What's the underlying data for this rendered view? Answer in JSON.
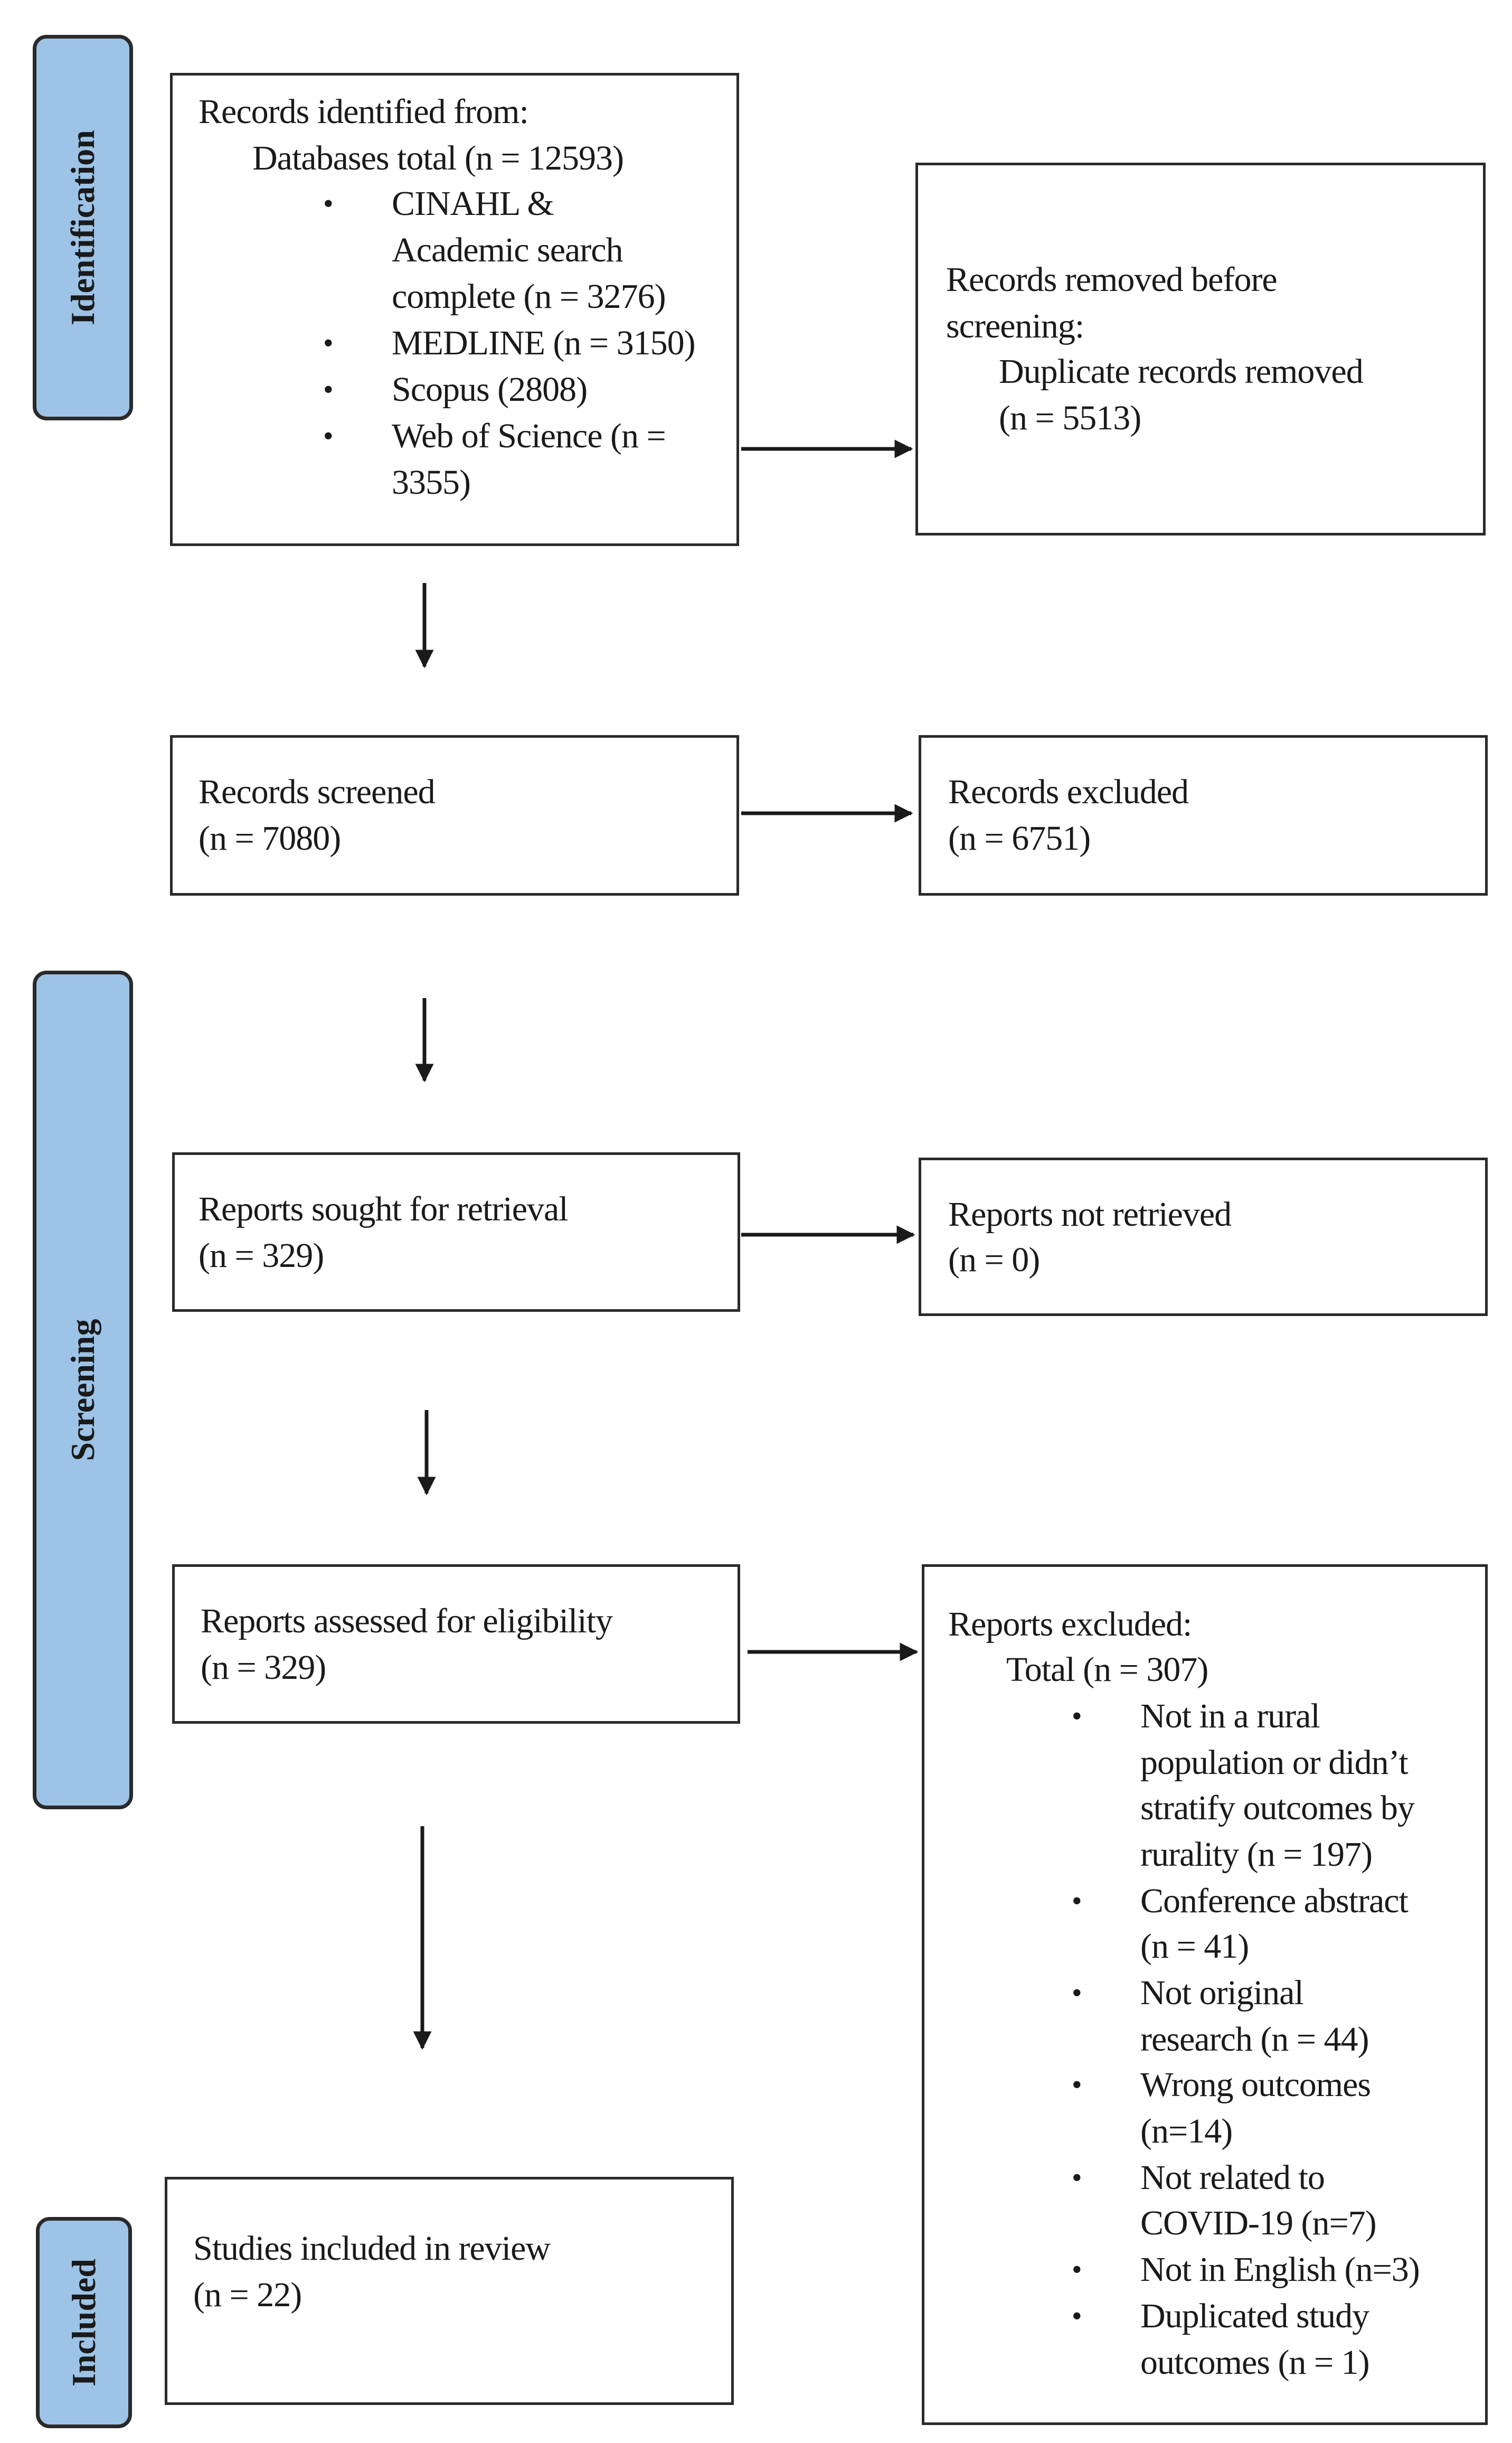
{
  "stages": {
    "identification": "Identification",
    "screening": "Screening",
    "included": "Included"
  },
  "identified": {
    "line1": "Records identified from:",
    "line2": "Databases total (n = 12593)",
    "items": [
      [
        "CINAHL &",
        "Academic search",
        "complete (n = 3276)"
      ],
      [
        "MEDLINE (n = 3150)"
      ],
      [
        "Scopus (2808)"
      ],
      [
        "Web of Science (n =",
        "3355)"
      ]
    ]
  },
  "removed": {
    "line1": "Records removed before",
    "line2": "screening:",
    "line3": "Duplicate records removed",
    "line4": "(n = 5513)"
  },
  "screened": {
    "line1": "Records screened",
    "line2": "(n = 7080)"
  },
  "excluded": {
    "line1": "Records excluded",
    "line2": "(n = 6751)"
  },
  "sought": {
    "line1": "Reports sought for retrieval",
    "line2": "(n = 329)"
  },
  "not_retrieved": {
    "line1": "Reports not retrieved",
    "line2": "(n = 0)"
  },
  "assessed": {
    "line1": "Reports assessed for eligibility",
    "line2": "(n = 329)"
  },
  "reports_excluded": {
    "line1": "Reports excluded:",
    "line2": "Total (n = 307)",
    "items": [
      [
        "Not in a rural",
        "population or didn’t",
        "stratify outcomes by",
        "rurality (n = 197)"
      ],
      [
        "Conference abstract",
        "(n = 41)"
      ],
      [
        "Not original",
        "research (n = 44)"
      ],
      [
        "Wrong outcomes",
        "(n=14)"
      ],
      [
        "Not related to",
        "COVID-19 (n=7)"
      ],
      [
        "Not in English (n=3)"
      ],
      [
        "Duplicated study",
        "outcomes (n = 1)"
      ]
    ]
  },
  "included": {
    "line1": "Studies included in review",
    "line2": "(n = 22)"
  },
  "bullet": "•"
}
